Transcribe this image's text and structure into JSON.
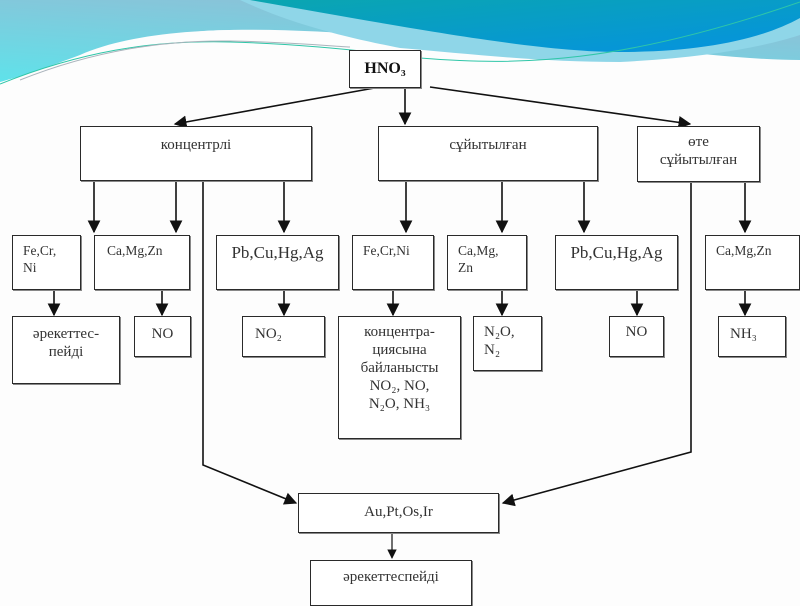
{
  "slide": {
    "theme_colors": {
      "swoosh_teal": "#0aa8b8",
      "swoosh_blue": "#0a8fd6",
      "swoosh_light": "#8fd3e6",
      "swoosh_gradient_left": "#5fdfe8",
      "swoosh_gradient_top": "#86bcd4",
      "line_color": "#111111"
    }
  },
  "diagram": {
    "root": {
      "label": "HNO₃"
    },
    "level1": {
      "concentrated": "концентрлі",
      "diluted": "сұйытылған",
      "very_diluted_line1": "өте",
      "very_diluted_line2": "сұйытылған"
    },
    "metals": {
      "conc_fe": [
        "Fe,Cr,",
        "Ni"
      ],
      "conc_ca": "Ca,Mg,Zn",
      "conc_pb": "Pb,Cu,Hg,Ag",
      "dil_fe": "Fe,Cr,Ni",
      "dil_ca": [
        "Ca,Mg,",
        "Zn"
      ],
      "dil_pb": "Pb,Cu,Hg,Ag",
      "vdil_ca": "Ca,Mg,Zn"
    },
    "products": {
      "conc_fe": [
        "әрекеттес-",
        "пейді"
      ],
      "conc_ca": "NO",
      "conc_pb": "NO₂",
      "dil_fe": [
        "концентра-",
        "циясына",
        "байланысты",
        "NO₂, NO,",
        "N₂O, NH₃"
      ],
      "dil_ca": [
        "N₂O,",
        "N₂"
      ],
      "dil_pb": "NO",
      "vdil_ca": "NH₃"
    },
    "noble_metals": "Au,Pt,Os,Ir",
    "noble_result": "әрекеттеспейді"
  }
}
